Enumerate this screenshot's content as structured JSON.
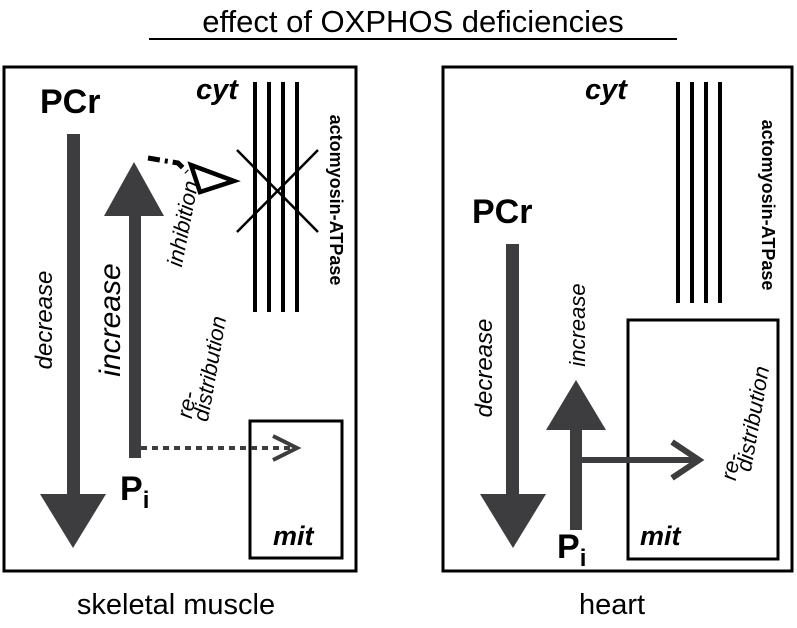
{
  "title": "effect of OXPHOS deficiencies",
  "colors": {
    "arrow": "#3d3d40",
    "line": "#000000",
    "background": "#ffffff"
  },
  "panels": [
    {
      "caption": "skeletal muscle",
      "cyt_label": "cyt",
      "mit_label": "mit",
      "pcr_label": "PCr",
      "pi_label": "P",
      "pi_subscript": "i",
      "actomyosin_label": "actomyosin-ATPase",
      "decrease_label": "decrease",
      "increase_label": "increase",
      "inhibition_label": "inhibition",
      "redistribution_line1": "re-",
      "redistribution_line2": "distribution"
    },
    {
      "caption": "heart",
      "cyt_label": "cyt",
      "mit_label": "mit",
      "pcr_label": "PCr",
      "pi_label": "P",
      "pi_subscript": "i",
      "actomyosin_label": "actomyosin-ATPase",
      "decrease_label": "decrease",
      "increase_label": "increase",
      "redistribution_line1": "re-",
      "redistribution_line2": "distribution"
    }
  ]
}
